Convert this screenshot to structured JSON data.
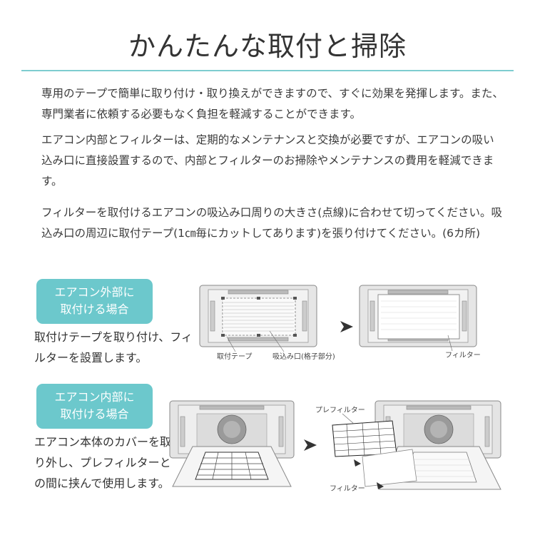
{
  "title": "かんたんな取付と掃除",
  "paragraphs": [
    "専用のテープで簡単に取り付け・取り換えができますので、すぐに効果を発揮します。また、専門業者に依頼する必要もなく負担を軽減することができます。",
    "エアコン内部とフィルターは、定期的なメンテナンスと交換が必要ですが、エアコンの吸い込み口に直接設置するので、内部とフィルターのお掃除やメンテナンスの費用を軽減できます。",
    "フィルターを取付けるエアコンの吸込み口周りの大きさ(点線)に合わせて切ってください。吸込み口の周辺に取付テープ(1㎝毎にカットしてあります)を張り付けてください。(6カ所)"
  ],
  "section1": {
    "badge_line1": "エアコン外部に",
    "badge_line2": "取付ける場合",
    "description": "取付けテープを取り付け、フィルターを設置します。",
    "label_tape": "取付テープ",
    "label_intake": "吸込み口(格子部分)",
    "label_filter": "フィルター"
  },
  "section2": {
    "badge_line1": "エアコン内部に",
    "badge_line2": "取付ける場合",
    "description": "エアコン本体のカバーを取り外し、プレフィルターとの間に挟んで使用します。",
    "label_prefilter": "プレフィルター",
    "label_filter": "フィルター"
  }
}
